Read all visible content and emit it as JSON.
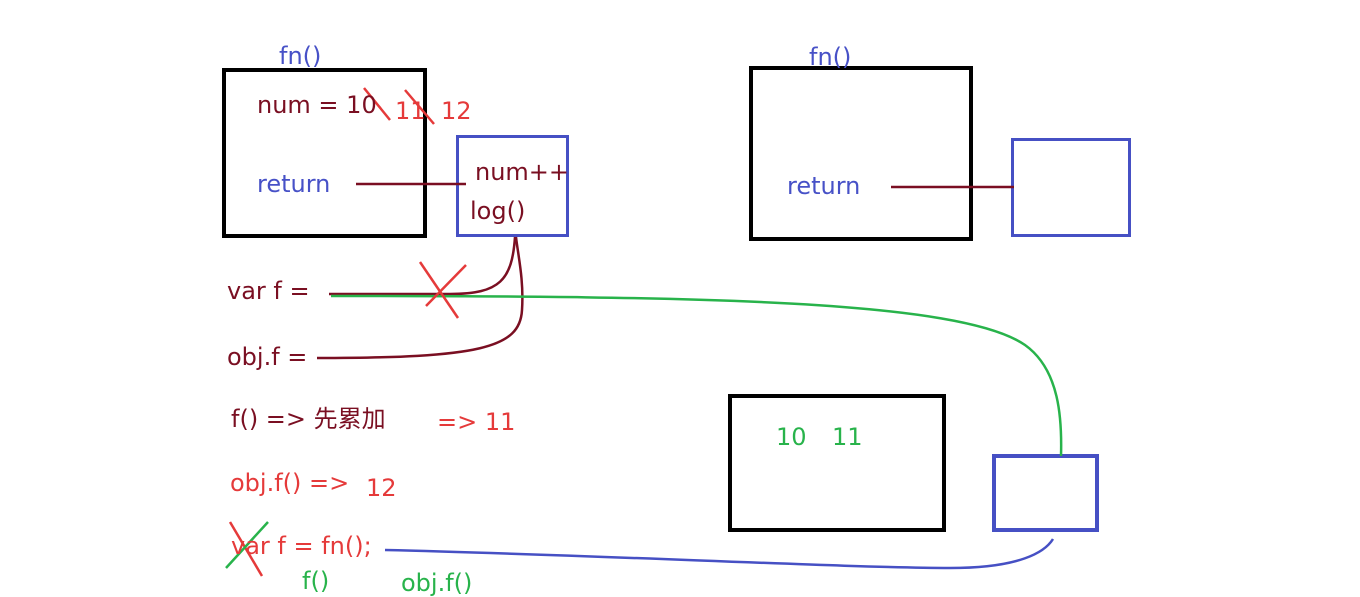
{
  "colors": {
    "dark_red": "#7a0f22",
    "blue": "#4751c7",
    "red": "#e53a3a",
    "green": "#28b34b",
    "black": "#000000"
  },
  "left_scope": {
    "title": "fn()",
    "var_line": "num = 10",
    "increment_1": "11",
    "increment_2": "12",
    "return_label": "return"
  },
  "left_inner_fn": {
    "line1": "num++",
    "line2": "log()"
  },
  "right_scope": {
    "title": "fn()",
    "return_label": "return"
  },
  "assignments": {
    "var_f": "var f =",
    "obj_f": "obj.f ="
  },
  "calls": {
    "f_call": "f() => 先累加",
    "f_result": "=> 11",
    "obj_call": "obj.f() =>",
    "obj_result": "12",
    "var_fn": "var f = fn();",
    "f_label": "f()",
    "obj_label": "obj.f()"
  },
  "memory_box": {
    "value_1": "10",
    "value_2": "11"
  }
}
